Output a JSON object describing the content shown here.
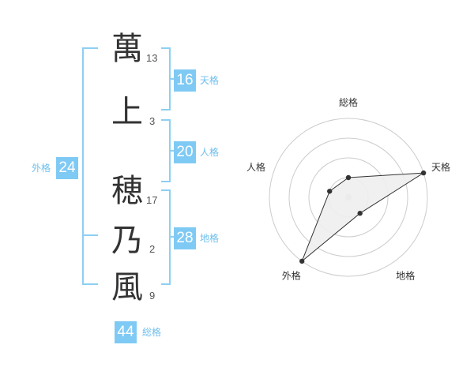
{
  "name_characters": [
    {
      "char": "萬",
      "strokes": "13"
    },
    {
      "char": "上",
      "strokes": "3"
    },
    {
      "char": "穂",
      "strokes": "17"
    },
    {
      "char": "乃",
      "strokes": "2"
    },
    {
      "char": "風",
      "strokes": "9"
    }
  ],
  "fortunes": {
    "tenkaku": {
      "value": "16",
      "label": "天格"
    },
    "jinkaku": {
      "value": "20",
      "label": "人格"
    },
    "chikaku": {
      "value": "28",
      "label": "地格"
    },
    "gaikaku": {
      "value": "24",
      "label": "外格"
    },
    "soukaku": {
      "value": "44",
      "label": "総格"
    }
  },
  "chart_data": {
    "type": "radar",
    "axes": [
      "総格",
      "天格",
      "地格",
      "外格",
      "人格"
    ],
    "values": [
      1,
      4,
      1,
      4,
      1
    ],
    "max": 4,
    "rings": 4,
    "grid": true,
    "colors": {
      "fill": "#eeeeee",
      "line": "#333333",
      "ring": "#cccccc",
      "center": "#cccccc"
    }
  },
  "colors": {
    "accent": "#7fcaf4",
    "bracket": "#8ecff3",
    "label": "#6fbfed"
  }
}
